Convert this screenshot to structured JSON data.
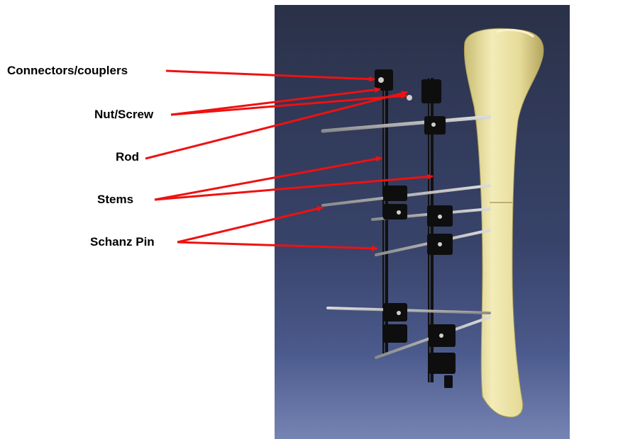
{
  "labels": {
    "connectors": "Connectors/couplers",
    "nut_screw": "Nut/Screw",
    "rod": "Rod",
    "stems": "Stems",
    "schanz_pin": "Schanz Pin"
  },
  "colors": {
    "arrow": "#ee1111",
    "background_photo": "#2c3550",
    "bone": "#e8dd9a",
    "frame": "#111111",
    "pin": "#b8b8b8"
  }
}
